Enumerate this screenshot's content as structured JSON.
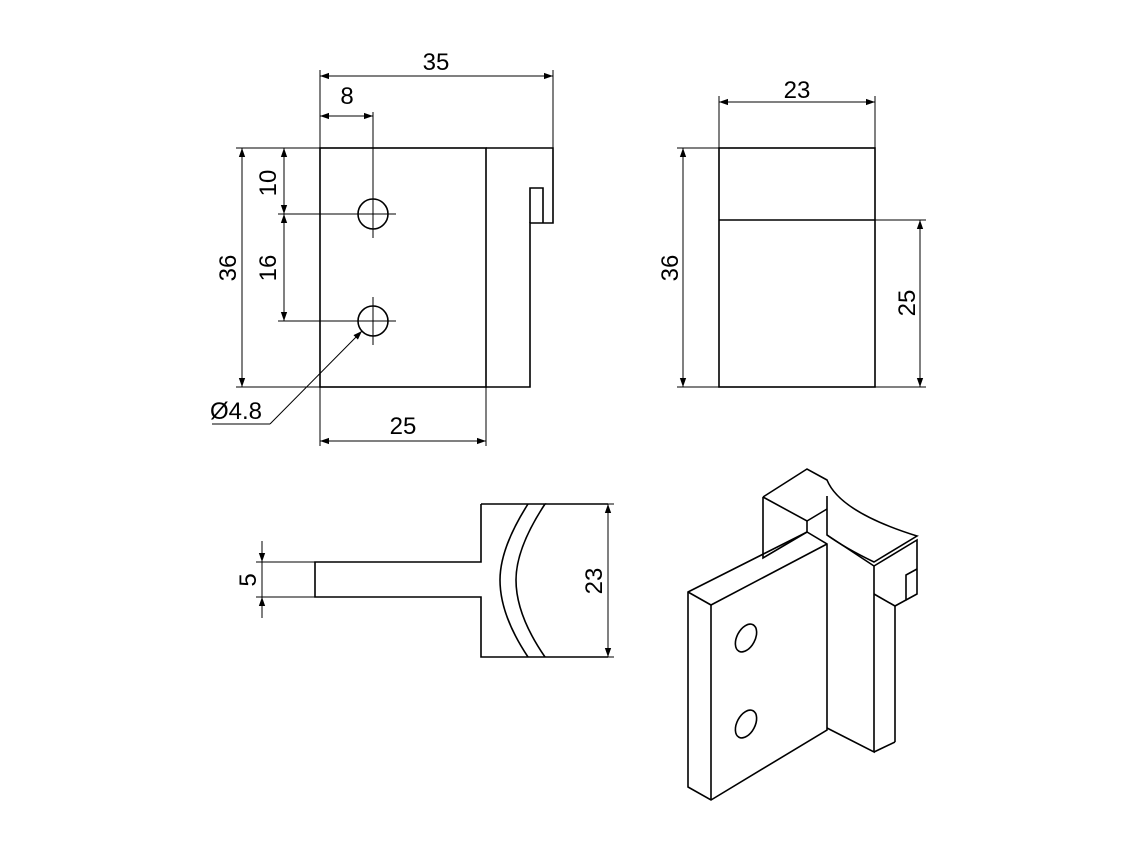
{
  "front_view": {
    "width_overall": "35",
    "hole_offset_x": "8",
    "hole_offset_top": "10",
    "hole_spacing": "16",
    "height_overall": "36",
    "hole_diameter": "Ø4.8",
    "plate_width": "25"
  },
  "side_view": {
    "width": "23",
    "height_overall": "36",
    "lower_height": "25"
  },
  "top_view": {
    "tab_thickness": "5",
    "width": "23"
  },
  "colors": {
    "line": "#000000",
    "background": "#ffffff"
  }
}
